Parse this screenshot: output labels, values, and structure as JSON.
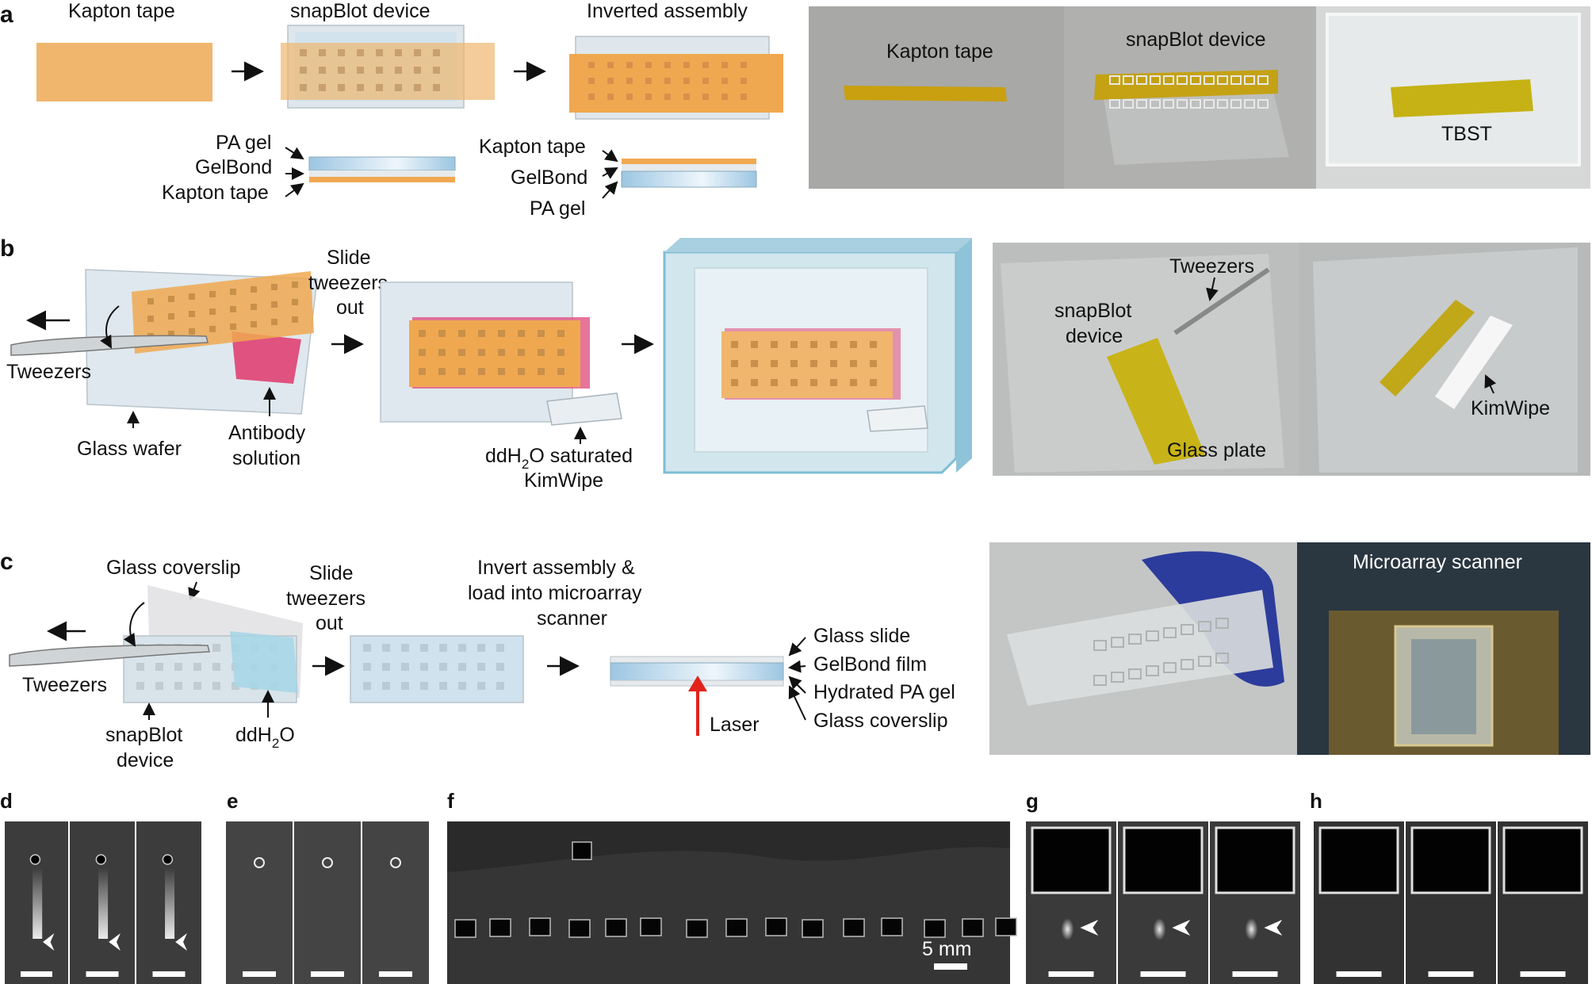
{
  "colors": {
    "kapton": "#f0b66e",
    "gel_blue": "#b8d6ea",
    "glass": "#d8e4ea",
    "pink": "#e0527f",
    "tank_blue": "#8fc3d8",
    "arrow_red": "#e2231a",
    "photo_gray": "#a9a9a9",
    "micro_bg": "#2a2a2a"
  },
  "panels": {
    "a": {
      "letter": "a",
      "step1": "Kapton tape",
      "step2": "snapBlot device",
      "step3": "Inverted assembly",
      "layers_left": [
        "PA gel",
        "GelBond",
        "Kapton tape"
      ],
      "layers_right": [
        "Kapton tape",
        "GelBond",
        "PA gel"
      ],
      "photo_labels": [
        "Kapton tape",
        "snapBlot device",
        "TBST"
      ]
    },
    "b": {
      "letter": "b",
      "tweezers": "Tweezers",
      "glass_wafer": "Glass wafer",
      "antibody": [
        "Antibody",
        "solution"
      ],
      "slide_out": [
        "Slide",
        "tweezers",
        "out"
      ],
      "kimwipe_pre": "ddH",
      "kimwipe_sub": "2",
      "kimwipe_post": "O saturated",
      "kimwipe_line2": "KimWipe",
      "photo_labels": {
        "device": [
          "snapBlot",
          "device"
        ],
        "tweezers": "Tweezers",
        "glass_plate": "Glass plate",
        "kimwipe": "KimWipe"
      }
    },
    "c": {
      "letter": "c",
      "coverslip": "Glass coverslip",
      "tweezers": "Tweezers",
      "device": [
        "snapBlot",
        "device"
      ],
      "water_pre": "ddH",
      "water_sub": "2",
      "water_post": "O",
      "slide_out": [
        "Slide",
        "tweezers",
        "out"
      ],
      "invert": [
        "Invert assembly &",
        "load into microarray",
        "scanner"
      ],
      "laser": "Laser",
      "layers": [
        "Glass slide",
        "GelBond film",
        "Hydrated PA gel",
        "Glass coverslip"
      ],
      "photo_labels": [
        "Microarray scanner"
      ]
    },
    "d": {
      "letter": "d"
    },
    "e": {
      "letter": "e"
    },
    "f": {
      "letter": "f",
      "scale": "5 mm"
    },
    "g": {
      "letter": "g"
    },
    "h": {
      "letter": "h"
    }
  }
}
